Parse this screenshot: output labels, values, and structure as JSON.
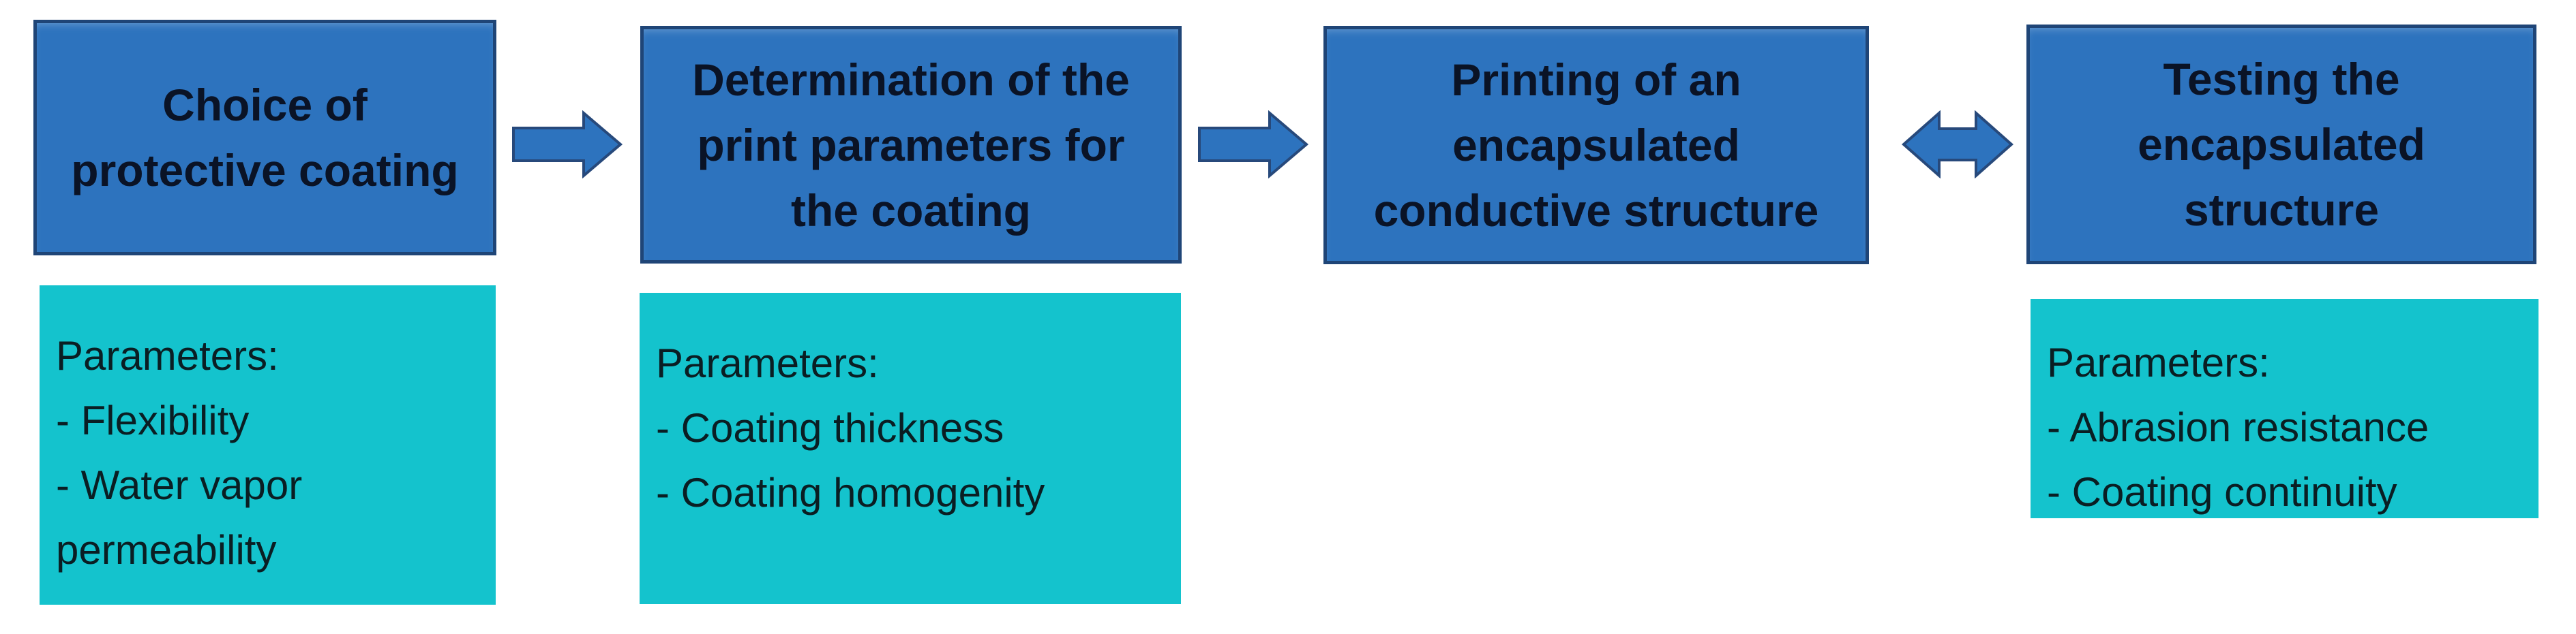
{
  "colors": {
    "background": "#ffffff",
    "box_fill": "#2d73be",
    "box_border": "#1f4577",
    "box_text": "#0a1326",
    "param_fill": "#14c3cd",
    "param_text": "#0a1e23",
    "arrow_fill": "#2d73be",
    "arrow_border": "#27497b"
  },
  "steps": [
    {
      "title_lines": [
        "Choice of",
        "protective coating"
      ],
      "parameters": {
        "label": "Parameters:",
        "items": [
          "- Flexibility",
          "- Water vapor permeability"
        ]
      }
    },
    {
      "title_lines": [
        "Determination of the",
        "print parameters for",
        "the coating"
      ],
      "parameters": {
        "label": "Parameters:",
        "items": [
          "- Coating thickness",
          "- Coating homogenity"
        ]
      }
    },
    {
      "title_lines": [
        "Printing of an",
        "encapsulated",
        "conductive structure"
      ]
    },
    {
      "title_lines": [
        "Testing the",
        "encapsulated",
        "structure"
      ],
      "parameters": {
        "label": "Parameters:",
        "items": [
          "- Abrasion resistance",
          "- Coating continuity"
        ]
      }
    }
  ],
  "connectors": [
    {
      "icon": "arrow-right-icon"
    },
    {
      "icon": "arrow-right-icon"
    },
    {
      "icon": "arrow-left-right-icon"
    }
  ]
}
